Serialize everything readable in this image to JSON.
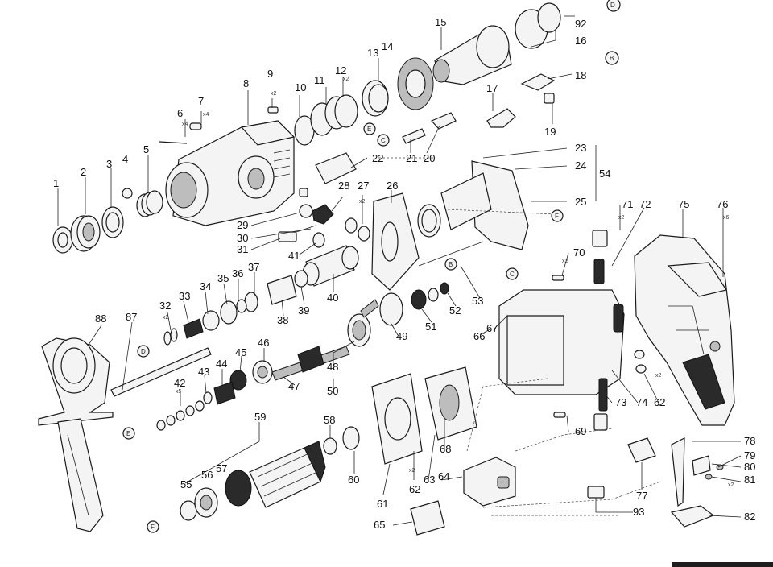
{
  "callouts": [
    {
      "id": "c1",
      "label": "1"
    },
    {
      "id": "c2",
      "label": "2"
    },
    {
      "id": "c3",
      "label": "3"
    },
    {
      "id": "c4",
      "label": "4"
    },
    {
      "id": "c5",
      "label": "5"
    },
    {
      "id": "c6",
      "label": "6"
    },
    {
      "id": "c7",
      "label": "7"
    },
    {
      "id": "c8",
      "label": "8"
    },
    {
      "id": "c9",
      "label": "9"
    },
    {
      "id": "c10",
      "label": "10"
    },
    {
      "id": "c11",
      "label": "11"
    },
    {
      "id": "c12",
      "label": "12"
    },
    {
      "id": "c13",
      "label": "13"
    },
    {
      "id": "c14",
      "label": "14"
    },
    {
      "id": "c15",
      "label": "15"
    },
    {
      "id": "c16",
      "label": "16"
    },
    {
      "id": "c17",
      "label": "17"
    },
    {
      "id": "c18",
      "label": "18"
    },
    {
      "id": "c19",
      "label": "19"
    },
    {
      "id": "c20",
      "label": "20"
    },
    {
      "id": "c21",
      "label": "21"
    },
    {
      "id": "c22",
      "label": "22"
    },
    {
      "id": "c23",
      "label": "23"
    },
    {
      "id": "c24",
      "label": "24"
    },
    {
      "id": "c25",
      "label": "25"
    },
    {
      "id": "c26",
      "label": "26"
    },
    {
      "id": "c27",
      "label": "27"
    },
    {
      "id": "c28",
      "label": "28"
    },
    {
      "id": "c29",
      "label": "29"
    },
    {
      "id": "c30",
      "label": "30"
    },
    {
      "id": "c31",
      "label": "31"
    },
    {
      "id": "c32",
      "label": "32"
    },
    {
      "id": "c33",
      "label": "33"
    },
    {
      "id": "c34",
      "label": "34"
    },
    {
      "id": "c35",
      "label": "35"
    },
    {
      "id": "c36",
      "label": "36"
    },
    {
      "id": "c37",
      "label": "37"
    },
    {
      "id": "c38",
      "label": "38"
    },
    {
      "id": "c39",
      "label": "39"
    },
    {
      "id": "c40",
      "label": "40"
    },
    {
      "id": "c41",
      "label": "41"
    },
    {
      "id": "c42",
      "label": "42"
    },
    {
      "id": "c43",
      "label": "43"
    },
    {
      "id": "c44",
      "label": "44"
    },
    {
      "id": "c45",
      "label": "45"
    },
    {
      "id": "c46",
      "label": "46"
    },
    {
      "id": "c47",
      "label": "47"
    },
    {
      "id": "c48",
      "label": "48"
    },
    {
      "id": "c49",
      "label": "49"
    },
    {
      "id": "c50",
      "label": "50"
    },
    {
      "id": "c51",
      "label": "51"
    },
    {
      "id": "c52",
      "label": "52"
    },
    {
      "id": "c53",
      "label": "53"
    },
    {
      "id": "c54",
      "label": "54"
    },
    {
      "id": "c55",
      "label": "55"
    },
    {
      "id": "c56",
      "label": "56"
    },
    {
      "id": "c57",
      "label": "57"
    },
    {
      "id": "c58",
      "label": "58"
    },
    {
      "id": "c59",
      "label": "59"
    },
    {
      "id": "c60",
      "label": "60"
    },
    {
      "id": "c61",
      "label": "61"
    },
    {
      "id": "c62a",
      "label": "62"
    },
    {
      "id": "c62b",
      "label": "62"
    },
    {
      "id": "c63",
      "label": "63"
    },
    {
      "id": "c64",
      "label": "64"
    },
    {
      "id": "c65",
      "label": "65"
    },
    {
      "id": "c66",
      "label": "66"
    },
    {
      "id": "c67",
      "label": "67"
    },
    {
      "id": "c68",
      "label": "68"
    },
    {
      "id": "c69",
      "label": "69"
    },
    {
      "id": "c70",
      "label": "70"
    },
    {
      "id": "c71",
      "label": "71"
    },
    {
      "id": "c72",
      "label": "72"
    },
    {
      "id": "c73",
      "label": "73"
    },
    {
      "id": "c74",
      "label": "74"
    },
    {
      "id": "c75",
      "label": "75"
    },
    {
      "id": "c76",
      "label": "76"
    },
    {
      "id": "c77",
      "label": "77"
    },
    {
      "id": "c78",
      "label": "78"
    },
    {
      "id": "c79",
      "label": "79"
    },
    {
      "id": "c80",
      "label": "80"
    },
    {
      "id": "c81",
      "label": "81"
    },
    {
      "id": "c82",
      "label": "82"
    },
    {
      "id": "c87",
      "label": "87"
    },
    {
      "id": "c88",
      "label": "88"
    },
    {
      "id": "c92",
      "label": "92"
    },
    {
      "id": "c93",
      "label": "93"
    }
  ],
  "quantities": [
    {
      "id": "q6",
      "label": "x4"
    },
    {
      "id": "q7",
      "label": "x4"
    },
    {
      "id": "q9",
      "label": "x2"
    },
    {
      "id": "q12",
      "label": "x2"
    },
    {
      "id": "q27",
      "label": "x2"
    },
    {
      "id": "q32",
      "label": "x2"
    },
    {
      "id": "q42",
      "label": "x5"
    },
    {
      "id": "q62a",
      "label": "x2"
    },
    {
      "id": "q62b",
      "label": "x2"
    },
    {
      "id": "q70",
      "label": "x2"
    },
    {
      "id": "q71",
      "label": "x2"
    },
    {
      "id": "q76",
      "label": "x6"
    },
    {
      "id": "q81",
      "label": "x2"
    }
  ],
  "refs": [
    {
      "id": "rD1",
      "label": "D"
    },
    {
      "id": "rB1",
      "label": "B"
    },
    {
      "id": "rE1",
      "label": "E"
    },
    {
      "id": "rC1",
      "label": "C"
    },
    {
      "id": "rF1",
      "label": "F"
    },
    {
      "id": "rB2",
      "label": "B"
    },
    {
      "id": "rC2",
      "label": "C"
    },
    {
      "id": "rD2",
      "label": "D"
    },
    {
      "id": "rE2",
      "label": "E"
    },
    {
      "id": "rF2",
      "label": "F"
    }
  ]
}
